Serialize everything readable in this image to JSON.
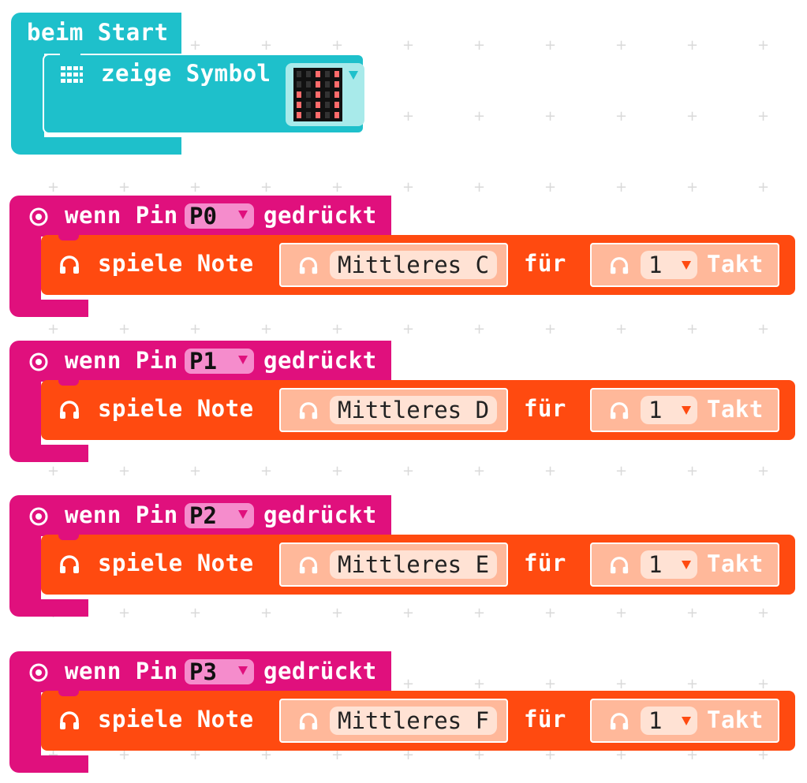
{
  "start_block": {
    "label": "beim Start",
    "show_icon_label": "zeige Symbol",
    "icon_name": "led-grid-icon",
    "matrix_on": [
      [
        0,
        0,
        1,
        0,
        1
      ],
      [
        0,
        0,
        1,
        0,
        1
      ],
      [
        1,
        0,
        1,
        0,
        1
      ],
      [
        1,
        0,
        1,
        0,
        1
      ],
      [
        1,
        0,
        1,
        0,
        1
      ]
    ]
  },
  "pin_blocks": [
    {
      "prefix": "wenn Pin",
      "pin": "P0",
      "suffix": "gedrückt",
      "action": "spiele Note",
      "note": "Mittleres C",
      "for": "für",
      "beats": "1",
      "beats_unit": "Takt"
    },
    {
      "prefix": "wenn Pin",
      "pin": "P1",
      "suffix": "gedrückt",
      "action": "spiele Note",
      "note": "Mittleres D",
      "for": "für",
      "beats": "1",
      "beats_unit": "Takt"
    },
    {
      "prefix": "wenn Pin",
      "pin": "P2",
      "suffix": "gedrückt",
      "action": "spiele Note",
      "note": "Mittleres E",
      "for": "für",
      "beats": "1",
      "beats_unit": "Takt"
    },
    {
      "prefix": "wenn Pin",
      "pin": "P3",
      "suffix": "gedrückt",
      "action": "spiele Note",
      "note": "Mittleres F",
      "for": "für",
      "beats": "1",
      "beats_unit": "Takt"
    }
  ],
  "colors": {
    "basic": "#1ec0cb",
    "input": "#e0107d",
    "music": "#ff4a10"
  }
}
